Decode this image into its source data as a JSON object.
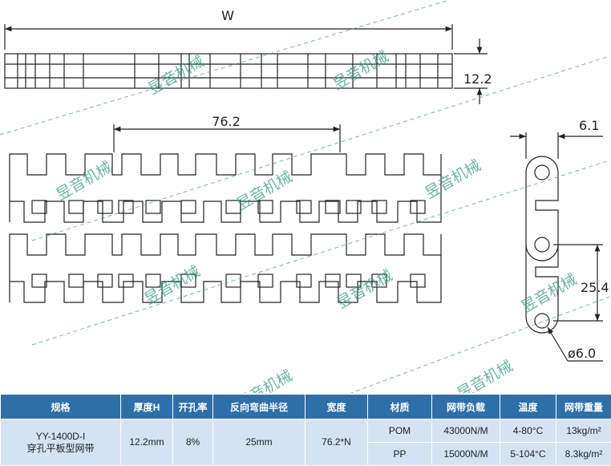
{
  "dimensions": {
    "width_label": "W",
    "thickness": "12.2",
    "pitch_top": "76.2",
    "side_width": "6.1",
    "side_pitch": "25.4",
    "hole_diameter": "ø6.0"
  },
  "watermark": "昱音机械",
  "table": {
    "headers": [
      "规格",
      "厚度H",
      "开孔率",
      "反向弯曲半径",
      "宽度",
      "材质",
      "网带负载",
      "温度",
      "网带重量"
    ],
    "spec_line1": "YY-1400D-I",
    "spec_line2": "穿孔平板型网带",
    "thickness": "12.2mm",
    "open_area": "8%",
    "back_flex_radius": "25mm",
    "width": "76.2*N",
    "rows": [
      {
        "material": "POM",
        "load": "43000N/M",
        "temperature": "4-80°C",
        "weight": "13kg/m²"
      },
      {
        "material": "PP",
        "load": "15000N/M",
        "temperature": "5-104°C",
        "weight": "8.3kg/m²"
      }
    ]
  },
  "colors": {
    "header_bg": "#2f6fa8",
    "cell_bg": "#d4e3f2",
    "watermark": "#3a9a86"
  }
}
